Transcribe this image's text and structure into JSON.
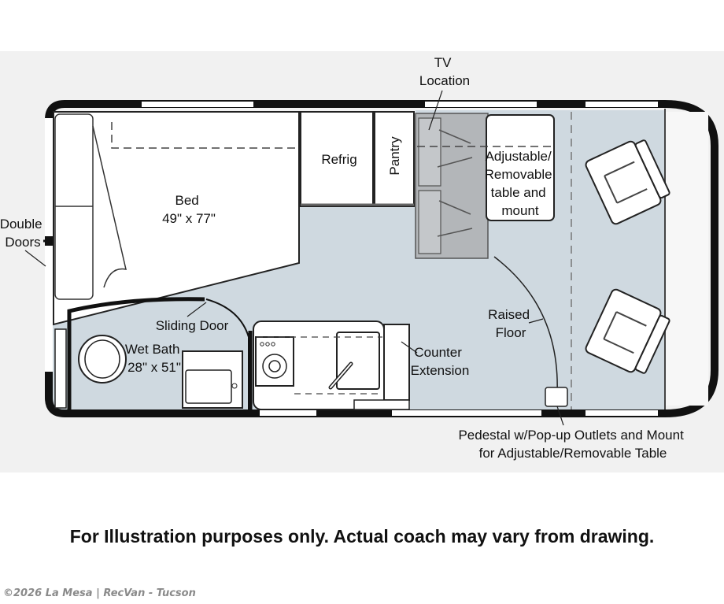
{
  "labels": {
    "tv": [
      "TV",
      "Location"
    ],
    "refrig": "Refrig",
    "pantry": "Pantry",
    "table": [
      "Adjustable/",
      "Removable",
      "table and",
      "mount"
    ],
    "double_doors": [
      "Double",
      "Doors"
    ],
    "bed": [
      "Bed",
      "49\" x 77\""
    ],
    "sliding_door": "Sliding Door",
    "wet_bath": [
      "Wet Bath",
      "28\" x 51\""
    ],
    "counter_extension": [
      "Counter",
      "Extension"
    ],
    "raised_floor": [
      "Raised",
      "Floor"
    ],
    "pedestal": [
      "Pedestal w/Pop-up Outlets and Mount",
      "for Adjustable/Removable Table"
    ]
  },
  "disclaimer": "For Illustration purposes only.  Actual coach may vary from drawing.",
  "watermark": "©2026 La Mesa | RecVan - Tucson",
  "colors": {
    "floor": "#cfd9e0",
    "wall": "#111111",
    "window": "#ffffff",
    "background": "#f1f1f1",
    "seat": "#b3b6b9"
  }
}
